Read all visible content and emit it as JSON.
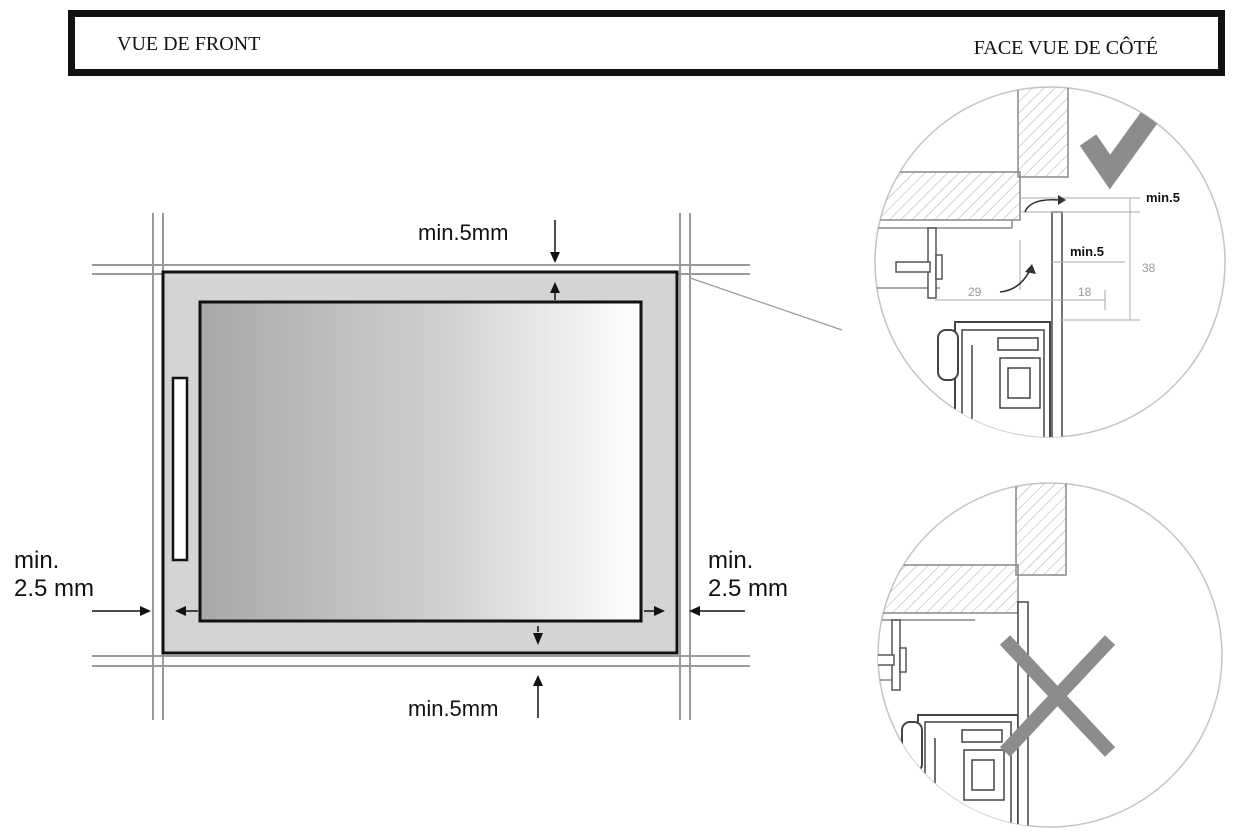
{
  "header": {
    "front_view_title": "VUE DE FRONT",
    "side_view_title": "FACE VUE DE CÔTÉ"
  },
  "front_view": {
    "top_clearance": "min.5mm",
    "bottom_clearance": "min.5mm",
    "left_clearance_line1": "min.",
    "left_clearance_line2": "2.5 mm",
    "right_clearance_line1": "min.",
    "right_clearance_line2": "2.5 mm"
  },
  "side_view_correct": {
    "gap_top": "min.5",
    "gap_inner": "min.5",
    "dim_depth": "29",
    "dim_door": "18",
    "dim_height": "38",
    "status_icon": "check-icon"
  },
  "side_view_incorrect": {
    "status_icon": "cross-icon"
  },
  "colors": {
    "outline": "#111111",
    "frame_fill": "#d4d4d4",
    "indicator_gray": "#8c8c8c"
  }
}
